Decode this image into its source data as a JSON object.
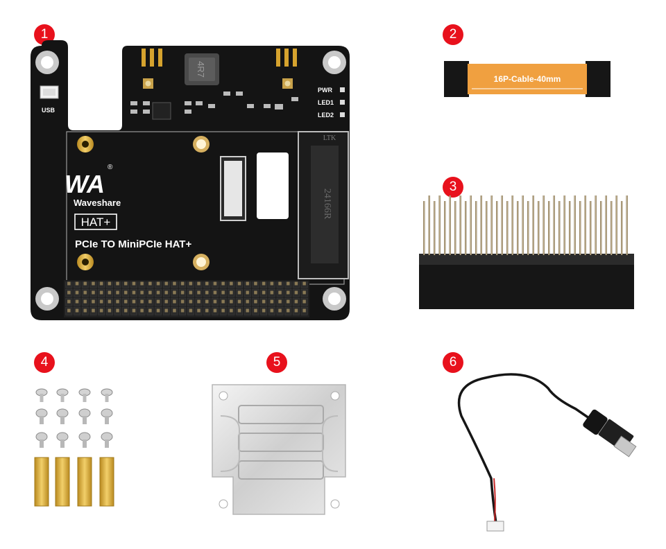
{
  "badges": [
    "1",
    "2",
    "3",
    "4",
    "5",
    "6"
  ],
  "board": {
    "brand": "Waveshare",
    "logo_mark": "WA",
    "registered": "®",
    "hat_label": "HAT+",
    "product_name": "PCIe TO MiniPCIe HAT+",
    "usb_label": "USB",
    "pwr_label": "PWR",
    "led1_label": "LED1",
    "led2_label": "LED2",
    "inductor_text": "4R7",
    "slot_text": "24166R",
    "ltk_text": "LTK"
  },
  "cable": {
    "label": "16P-Cable-40mm"
  },
  "items": {
    "board_name": "PCIe TO MiniPCIe HAT+ board",
    "cable_name": "16P-Cable-40mm",
    "header_name": "2x20 pin stacking header",
    "screws_name": "screws and standoffs",
    "bracket_name": "metal mounting bracket",
    "usb_cable_name": "USB power cable"
  },
  "colors": {
    "badge": "#e8111c",
    "pcb": "#111111",
    "gold": "#d6a32e",
    "cable_orange": "#f0a040"
  }
}
